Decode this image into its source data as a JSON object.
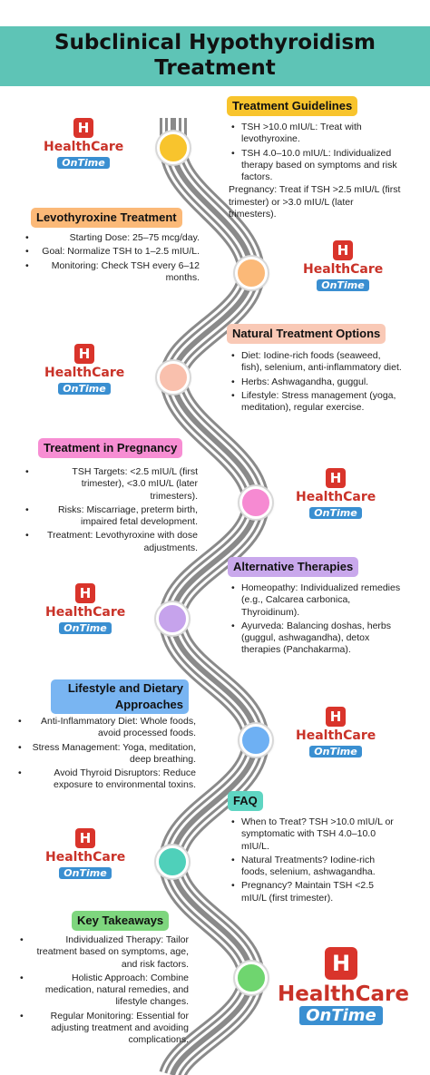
{
  "title": "Subclinical Hypothyroidism Treatment",
  "brand": {
    "name": "HealthCare",
    "tagline": "OnTime",
    "icon_letter": "H"
  },
  "sections": [
    {
      "label": "Treatment Guidelines",
      "color": "#f8c42d",
      "node_color": "#f8c42d",
      "items": [
        "TSH >10.0 mIU/L: Treat with levothyroxine.",
        "TSH 4.0–10.0 mIU/L: Individualized therapy based on symptoms and risk factors."
      ],
      "note": "Pregnancy: Treat if TSH >2.5 mIU/L (first trimester) or >3.0 mIU/L (later trimesters)."
    },
    {
      "label": "Levothyroxine Treatment",
      "color": "#fbb978",
      "node_color": "#fbb978",
      "items": [
        "Starting Dose: 25–75 mcg/day.",
        "Goal: Normalize TSH to 1–2.5 mIU/L.",
        "Monitoring: Check TSH every 6–12 months."
      ]
    },
    {
      "label": "Natural Treatment Options",
      "color": "#f9c9b6",
      "node_color": "#f9c0ad",
      "items": [
        "Diet: Iodine-rich foods (seaweed, fish), selenium, anti-inflammatory diet.",
        "Herbs: Ashwagandha, guggul.",
        "Lifestyle: Stress management (yoga, meditation), regular exercise."
      ]
    },
    {
      "label": "Treatment in Pregnancy",
      "color": "#f78ed3",
      "node_color": "#f68ad2",
      "items": [
        "TSH Targets: <2.5 mIU/L (first trimester), <3.0 mIU/L (later trimesters).",
        "Risks: Miscarriage, preterm birth, impaired fetal development.",
        "Treatment: Levothyroxine with dose adjustments."
      ]
    },
    {
      "label": "Alternative Therapies",
      "color": "#c9a8ec",
      "node_color": "#c6a3ec",
      "items": [
        "Homeopathy: Individualized remedies (e.g., Calcarea carbonica, Thyroidinum).",
        "Ayurveda: Balancing doshas, herbs (guggul, ashwagandha), detox therapies (Panchakarma)."
      ]
    },
    {
      "label": "Lifestyle and Dietary Approaches",
      "color": "#79b5f2",
      "node_color": "#6eb0f3",
      "items": [
        "Anti-Inflammatory Diet: Whole foods, avoid processed foods.",
        "Stress Management: Yoga, meditation, deep breathing.",
        "Avoid Thyroid Disruptors: Reduce exposure to environmental toxins."
      ]
    },
    {
      "label": "FAQ",
      "color": "#5fd5c2",
      "node_color": "#4fd0ba",
      "items": [
        "When to Treat? TSH >10.0 mIU/L or symptomatic with TSH 4.0–10.0 mIU/L.",
        "Natural Treatments? Iodine-rich foods, selenium, ashwagandha.",
        "Pregnancy? Maintain TSH <2.5 mIU/L (first trimester)."
      ]
    },
    {
      "label": "Key Takeaways",
      "color": "#7ed67e",
      "node_color": "#6fd56f",
      "items": [
        "Individualized Therapy: Tailor treatment based on symptoms, age, and risk factors.",
        "Holistic Approach: Combine medication, natural remedies, and lifestyle changes.",
        "Regular Monitoring: Essential for adjusting treatment and avoiding complications."
      ]
    }
  ]
}
